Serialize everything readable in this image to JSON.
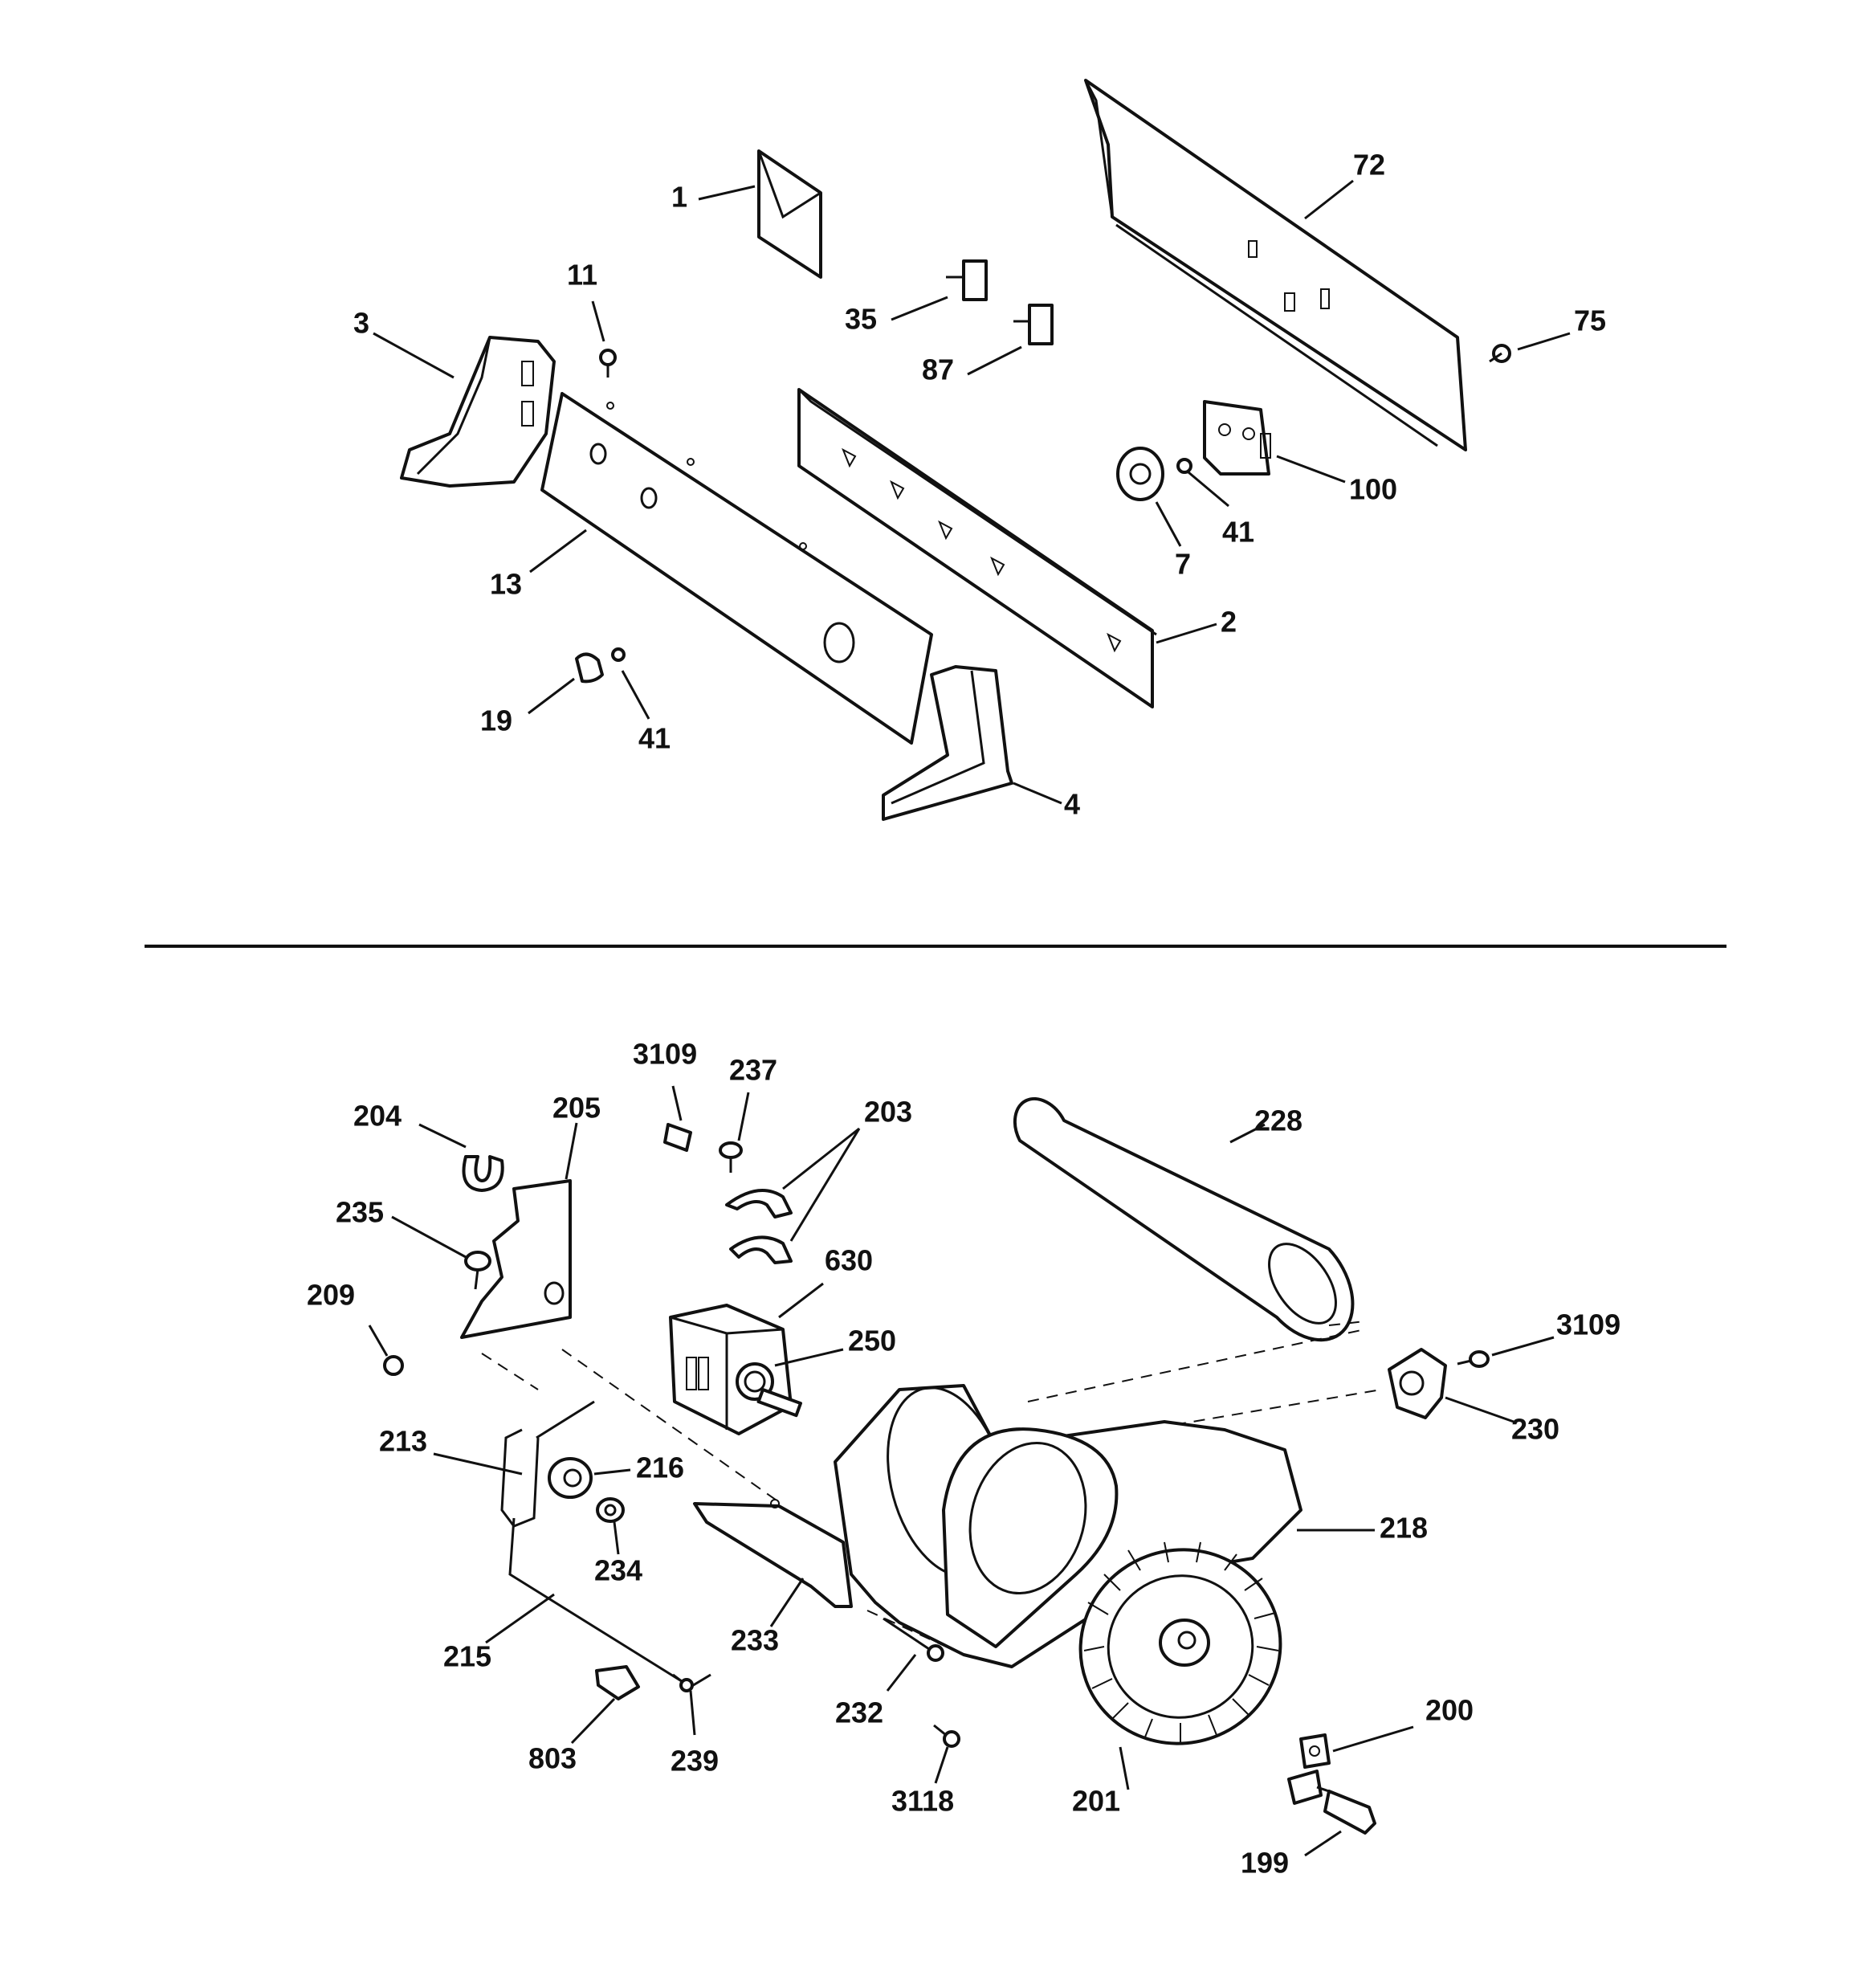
{
  "top_section": {
    "labels": {
      "p1": "1",
      "p72": "72",
      "p11": "11",
      "p3": "3",
      "p35": "35",
      "p87": "87",
      "p75": "75",
      "p100": "100",
      "p41a": "41",
      "p7": "7",
      "p13": "13",
      "p2": "2",
      "p19": "19",
      "p41b": "41",
      "p4": "4"
    }
  },
  "bottom_section": {
    "labels": {
      "p3109a": "3109",
      "p237": "237",
      "p203": "203",
      "p228": "228",
      "p204": "204",
      "p205": "205",
      "p235": "235",
      "p630": "630",
      "p209": "209",
      "p250": "250",
      "p3109b": "3109",
      "p230": "230",
      "p213": "213",
      "p216": "216",
      "p218": "218",
      "p234": "234",
      "p215": "215",
      "p233": "233",
      "p232": "232",
      "p200": "200",
      "p803": "803",
      "p239": "239",
      "p3118": "3118",
      "p201": "201",
      "p199": "199"
    }
  },
  "colors": {
    "line": "#111111",
    "background": "#ffffff"
  }
}
